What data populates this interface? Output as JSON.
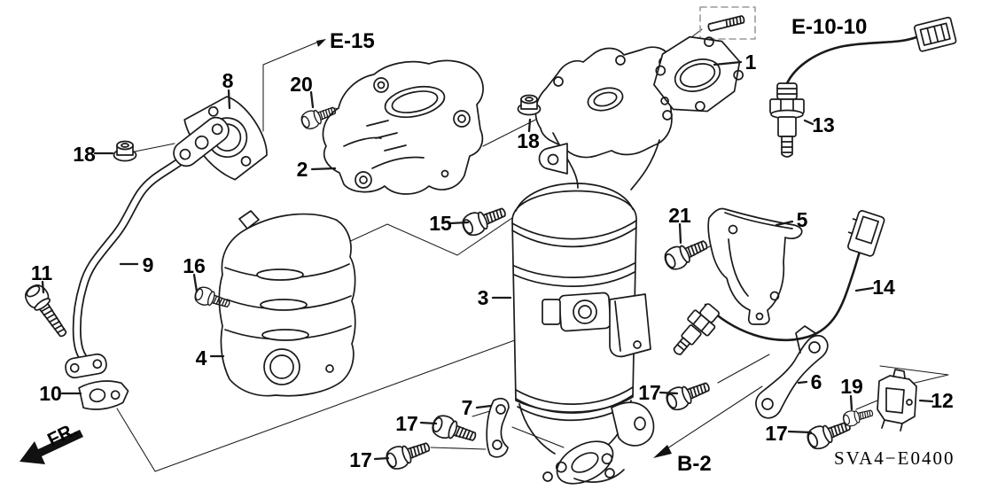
{
  "diagram": {
    "title_code": "SVA4−E0400",
    "fr_label": "FR.",
    "cross_refs": {
      "e15": "E-15",
      "e10_10": "E-10-10",
      "b2": "B-2"
    },
    "callouts": [
      "8",
      "20",
      "18",
      "2",
      "11",
      "9",
      "16",
      "4",
      "10",
      "15",
      "18",
      "3",
      "1",
      "13",
      "21",
      "5",
      "14",
      "6",
      "19",
      "12",
      "7",
      "17",
      "17",
      "17",
      "17"
    ],
    "colors": {
      "line": "#1a1a1a",
      "background": "#ffffff",
      "dashed_box": "#9a9a9a"
    },
    "icons": {
      "fr_arrow": "solid-arrow-left-down",
      "e10_10_arrow": "outline-block-arrow-right",
      "e15_arrow": "line-arrowhead",
      "b2_arrow": "solid-arrowhead"
    }
  }
}
